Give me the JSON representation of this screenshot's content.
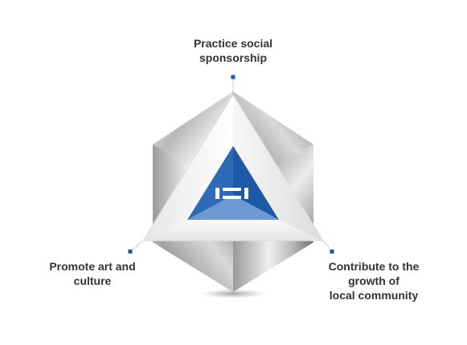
{
  "labels": {
    "top": {
      "line1": "Practice social",
      "line2": "sponsorship"
    },
    "left": {
      "line1": "Promote art and",
      "line2": "culture"
    },
    "right": {
      "line1": "Contribute to the",
      "line2": "growth of",
      "line3": "local community"
    }
  },
  "colors": {
    "core_blue_dark": "#1c5aa8",
    "core_blue_light": "#5f8fcc",
    "marker_blue": "#1d5ba8",
    "frame_white": "#f2f2f2",
    "metal_light": "#e9e9e9",
    "metal_dark": "#8c8c8c",
    "text": "#333333"
  },
  "icons": {
    "center_emblem": "company-emblem-icon"
  }
}
